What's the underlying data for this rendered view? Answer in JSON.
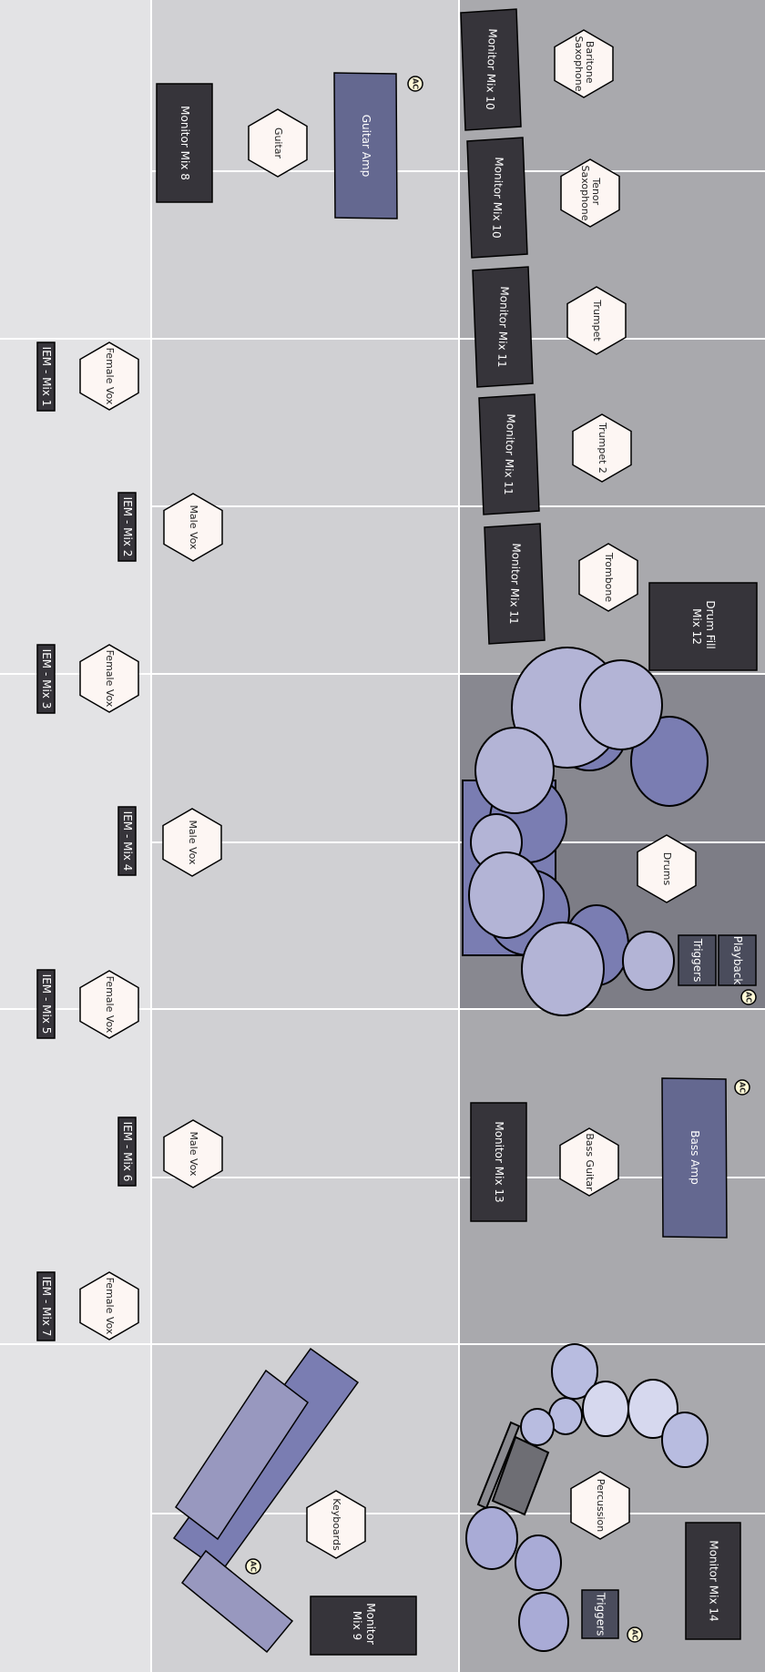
{
  "stage_labels": {
    "iem_mix_1": "IEM - Mix 1",
    "iem_mix_2": "IEM - Mix 2",
    "iem_mix_3": "IEM - Mix 3",
    "iem_mix_4": "IEM - Mix 4",
    "iem_mix_5": "IEM - Mix 5",
    "iem_mix_6": "IEM - Mix 6",
    "iem_mix_7": "IEM - Mix 7",
    "monitor_mix_8": "Monitor Mix 8",
    "monitor_mix_9_line1": "Monitor",
    "monitor_mix_9_line2": "Mix 9",
    "monitor_mix_10": "Monitor Mix 10",
    "monitor_mix_11": "Monitor Mix 11",
    "monitor_mix_13": "Monitor Mix 13",
    "monitor_mix_14": "Monitor Mix 14",
    "drum_fill_line1": "Drum Fill",
    "drum_fill_line2": "Mix 12",
    "guitar": "Guitar",
    "guitar_amp": "Guitar Amp",
    "bass_guitar": "Bass Guitar",
    "bass_amp": "Bass Amp",
    "female_vox": "Female Vox",
    "male_vox": "Male Vox",
    "keyboards": "Keyboards",
    "percussion": "Percussion",
    "drums": "Drums",
    "triggers": "Triggers",
    "playback": "Playback",
    "bari_sax_line1": "Baritone",
    "bari_sax_line2": "Saxophone",
    "tenor_sax_line1": "Tenor",
    "tenor_sax_line2": "Saxophone",
    "trumpet": "Trumpet",
    "trumpet_2": "Trumpet 2",
    "trombone": "Trombone",
    "ac": "AC"
  },
  "colors": {
    "lane_left": "#e3e3e5",
    "lane_mid": "#d0d0d3",
    "lane_right": "#a9a9ad",
    "drum_riser": "#888890",
    "drum_riser_inner": "#7d7d86",
    "monitor_wedge": "#36343a",
    "amp": "#646890",
    "hexagon_fill": "#fdf6f3",
    "drum_light": "#b3b4d6",
    "drum_dark": "#7a7db2",
    "keyboard_light": "#9898bf",
    "keyboard_dark": "#7a7db2",
    "ac_badge": "#fff9d6",
    "divider": "#ffffff"
  }
}
